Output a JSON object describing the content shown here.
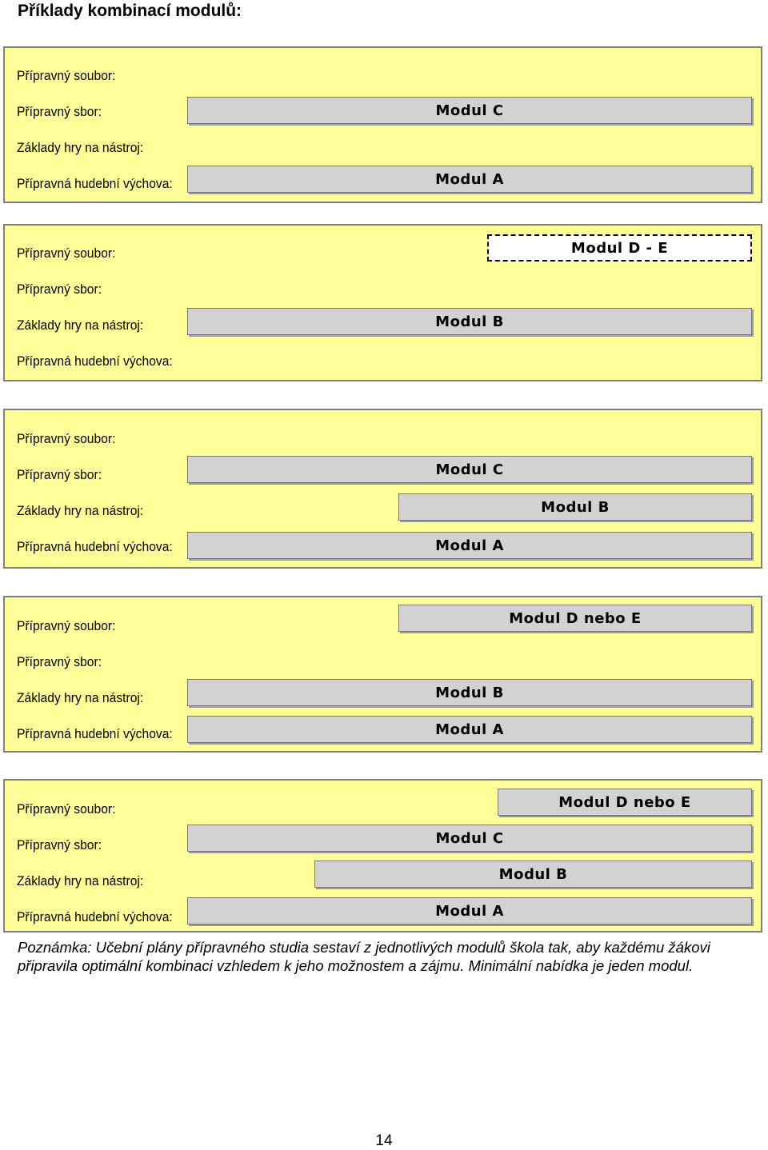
{
  "heading": "Příklady kombinací modulů:",
  "labels": {
    "soubor": "Přípravný soubor:",
    "sbor": "Přípravný sbor:",
    "zaklady": "Základy hry na nástroj:",
    "hudebni": "Přípravná hudební výchova:"
  },
  "modules": {
    "a": "Modul A",
    "b": "Modul B",
    "c": "Modul C",
    "d_e": "Modul D - E",
    "d_nebo_e": "Modul D nebo E"
  },
  "note": "Poznámka: Učební plány přípravného studia sestaví z jednotlivých modulů škola tak, aby každému žákovi připravila optimální kombinaci vzhledem k jeho možnostem a zájmu. Minimální nabídka je jeden modul.",
  "page_number": "14",
  "colors": {
    "panel_fill": "#ffff99",
    "module_fill": "#d2d2d2",
    "panel_border": "#7f7f7f"
  }
}
